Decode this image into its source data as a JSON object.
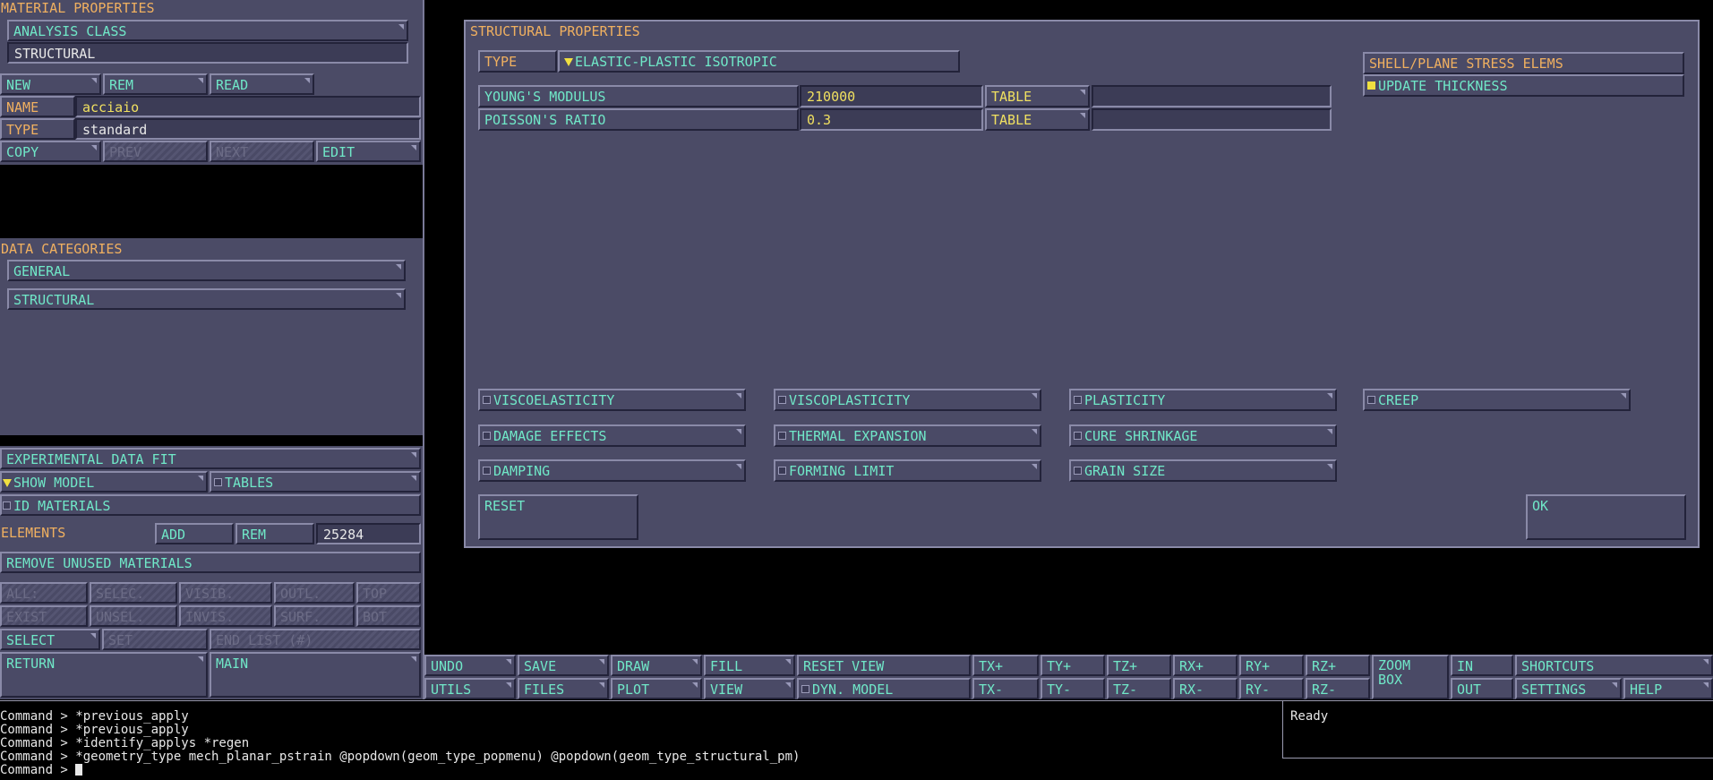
{
  "left": {
    "header": "MATERIAL PROPERTIES",
    "analysis_class_label": "ANALYSIS CLASS",
    "analysis_class_value": "STRUCTURAL",
    "new": "NEW",
    "rem": "REM",
    "read": "READ",
    "name_label": "NAME",
    "name_value": "acciaio",
    "type_label": "TYPE",
    "type_value": "standard",
    "copy": "COPY",
    "prev": "PREV",
    "next": "NEXT",
    "edit": "EDIT",
    "data_categories": "DATA CATEGORIES",
    "general": "GENERAL",
    "structural": "STRUCTURAL",
    "exp_fit": "EXPERIMENTAL DATA FIT",
    "show_model": "SHOW MODEL",
    "tables": "TABLES",
    "id_materials": "ID MATERIALS",
    "elements_label": "ELEMENTS",
    "add": "ADD",
    "rem2": "REM",
    "elements_count": "25284",
    "remove_unused": "REMOVE UNUSED MATERIALS",
    "sel_row1": [
      "ALL:",
      "SELEC.",
      "VISIB.",
      "OUTL.",
      "TOP"
    ],
    "sel_row2": [
      "EXIST",
      "UNSEL.",
      "INVIS.",
      "SURF.",
      "BOT"
    ],
    "select": "SELECT",
    "set": "SET",
    "end_list": "END LIST (#)",
    "return": "RETURN",
    "main": "MAIN"
  },
  "dialog": {
    "title": "STRUCTURAL PROPERTIES",
    "type_label": "TYPE",
    "type_value": "ELASTIC-PLASTIC ISOTROPIC",
    "youngs_label": "YOUNG'S MODULUS",
    "youngs_value": "210000",
    "poisson_label": "POISSON'S RATIO",
    "poisson_value": "0.3",
    "table": "TABLE",
    "shell_header": "SHELL/PLANE STRESS ELEMS",
    "update_thickness": "UPDATE THICKNESS",
    "options": [
      "VISCOELASTICITY",
      "VISCOPLASTICITY",
      "PLASTICITY",
      "CREEP",
      "DAMAGE EFFECTS",
      "THERMAL EXPANSION",
      "CURE SHRINKAGE",
      "DAMPING",
      "FORMING LIMIT",
      "GRAIN SIZE"
    ],
    "reset": "RESET",
    "ok": "OK"
  },
  "toolbar": {
    "undo": "UNDO",
    "save": "SAVE",
    "draw": "DRAW",
    "fill": "FILL",
    "reset_view": "RESET VIEW",
    "tx_p": "TX+",
    "ty_p": "TY+",
    "tz_p": "TZ+",
    "rx_p": "RX+",
    "ry_p": "RY+",
    "rz_p": "RZ+",
    "zoom_box": "ZOOM BOX",
    "in": "IN",
    "shortcuts": "SHORTCUTS",
    "utils": "UTILS",
    "files": "FILES",
    "plot": "PLOT",
    "view": "VIEW",
    "dyn_model": "DYN. MODEL",
    "tx_m": "TX-",
    "ty_m": "TY-",
    "tz_m": "TZ-",
    "rx_m": "RX-",
    "ry_m": "RY-",
    "rz_m": "RZ-",
    "out": "OUT",
    "settings": "SETTINGS",
    "help": "HELP"
  },
  "console": {
    "lines": [
      "Command > *previous_apply",
      "Command > *previous_apply",
      "Command > *identify_applys *regen",
      "Command > *geometry_type mech_planar_pstrain @popdown(geom_type_popmenu) @popdown(geom_type_structural_pm)"
    ],
    "prompt": "Command > ",
    "status": "Ready"
  }
}
